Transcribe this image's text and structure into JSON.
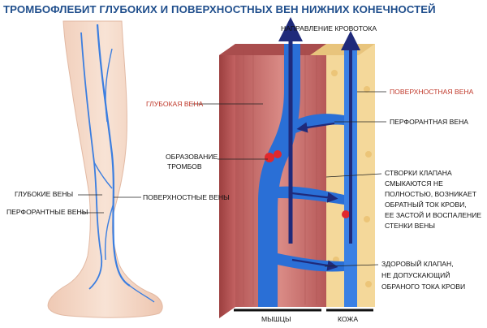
{
  "title": "ТРОМБОФЛЕБИТ ГЛУБОКИХ И ПОВЕРХНОСТНЫХ ВЕН НИЖНИХ КОНЕЧНОСТЕЙ",
  "labels": {
    "deep_veins": "ГЛУБОКИЕ ВЕНЫ",
    "perforant_veins": "ПЕРФОРАНТНЫЕ ВЕНЫ",
    "superficial_veins": "ПОВЕРХНОСТНЫЕ ВЕНЫ",
    "deep_vein": "ГЛУБОКАЯ ВЕНА",
    "thrombus_line1": "ОБРАЗОВАНИЕ",
    "thrombus_line2": "ТРОМБОВ",
    "blood_flow": "НАПРАВЛЕНИЕ КРОВОТОКА",
    "superficial_vein": "ПОВЕРХНОСТНАЯ ВЕНА",
    "perforant_vein": "ПЕРФОРАНТНАЯ ВЕНА",
    "valve_line1": "СТВОРКИ КЛАПАНА",
    "valve_line2": "СМЫКАЮТСЯ НЕ",
    "valve_line3": "ПОЛНОСТЬЮ, ВОЗНИКАЕТ",
    "valve_line4": "ОБРАТНЫЙ ТОК КРОВИ,",
    "valve_line5": "ЕЕ ЗАСТОЙ И ВОСПАЛЕНИЕ",
    "valve_line6": "СТЕНКИ ВЕНЫ",
    "healthy_line1": "ЗДОРОВЫЙ КЛАПАН,",
    "healthy_line2": "НЕ ДОПУСКАЮЩИЙ",
    "healthy_line3": "ОБРАНОГО ТОКА КРОВИ",
    "muscles": "МЫШЦЫ",
    "skin": "КОЖА"
  },
  "colors": {
    "title": "#1f4e8c",
    "vein_blue": "#2a6fd6",
    "arrow_navy": "#1f2a7a",
    "muscle": "#c46a6a",
    "skin": "#f4d89a",
    "thrombus": "#e0282c",
    "leg_skin": "#f6dccb",
    "label_red": "#c0392b"
  }
}
